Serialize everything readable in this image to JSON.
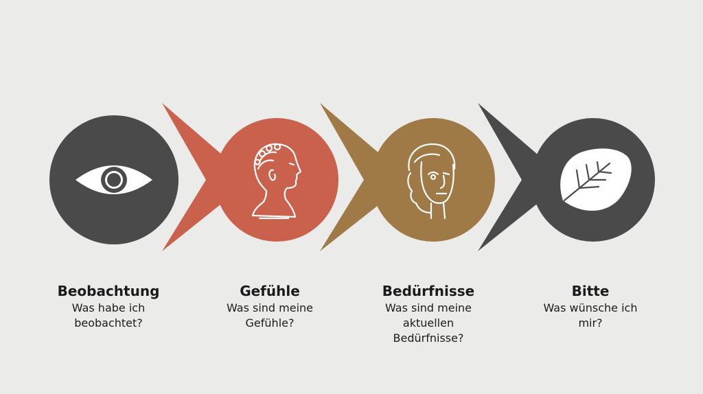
{
  "colors": {
    "background": "#ebebea",
    "dark": "#4a4a4a",
    "terracotta": "#c9614c",
    "ochre": "#a07a46",
    "line": "#ffffff",
    "text": "#1b1b1b"
  },
  "steps": [
    {
      "title": "Beobachtung",
      "question": "Was habe ich beobachtet?",
      "icon": "eye-icon",
      "color": "#4a4a4a"
    },
    {
      "title": "Gefühle",
      "question": "Was sind meine Gefühle?",
      "icon": "head-bust-icon",
      "color": "#c9614c"
    },
    {
      "title": "Bedürfnisse",
      "question": "Was sind meine aktuellen Bedürfnisse?",
      "icon": "face-icon",
      "color": "#a07a46"
    },
    {
      "title": "Bitte",
      "question": "Was wünsche ich mir?",
      "icon": "leaf-icon",
      "color": "#4a4a4a"
    }
  ]
}
